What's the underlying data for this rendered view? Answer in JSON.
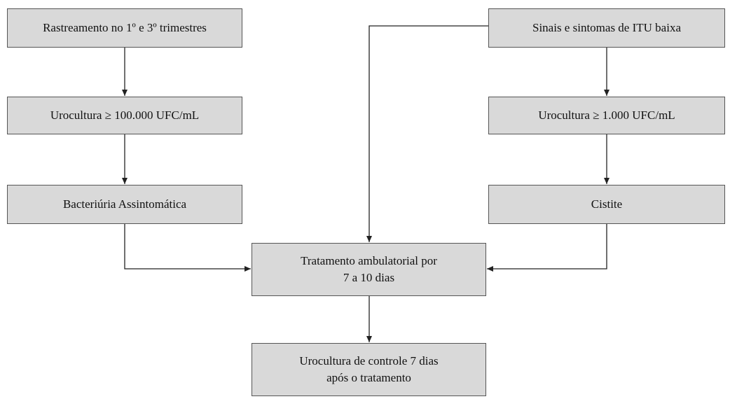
{
  "nodes": {
    "screening": {
      "label": "Rastreamento no 1º e 3º trimestres"
    },
    "symptoms": {
      "label": "Sinais e sintomas de ITU baixa"
    },
    "urine_culture_100k": {
      "label": "Urocultura ≥ 100.000 UFC/mL"
    },
    "urine_culture_1k": {
      "label": "Urocultura ≥ 1.000 UFC/mL"
    },
    "asymptomatic_bacteriuria": {
      "label": "Bacteriúria Assintomática"
    },
    "cystitis": {
      "label": "Cistite"
    },
    "treatment": {
      "line1": "Tratamento ambulatorial por",
      "line2": "7 a 10 dias"
    },
    "control_culture": {
      "line1": "Urocultura de controle 7 dias",
      "line2": "após o tratamento"
    }
  },
  "colors": {
    "box_fill": "#d9d9d9",
    "box_border": "#555555",
    "line": "#222222"
  }
}
